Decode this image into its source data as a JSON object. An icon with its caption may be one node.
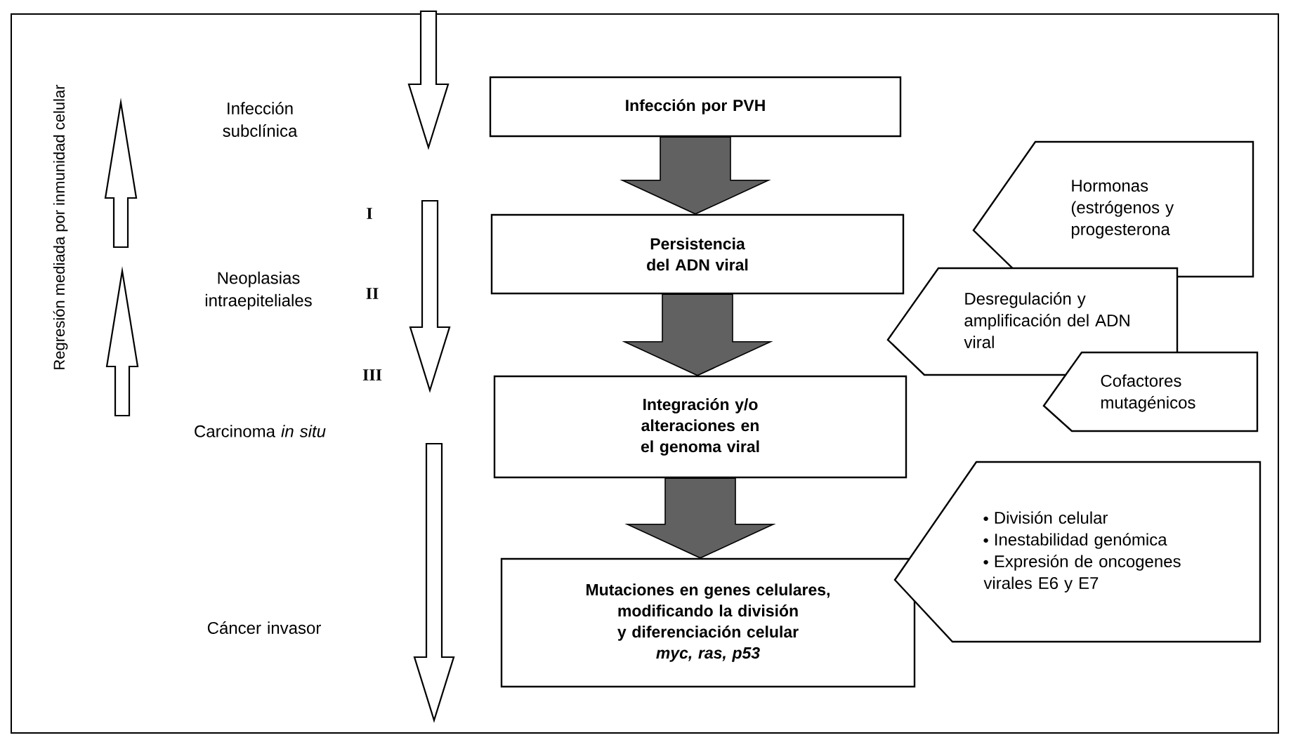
{
  "diagram": {
    "nodes": [
      {
        "text": [
          "Infección por PVH"
        ]
      },
      {
        "text": [
          "Persistencia del ADN viral"
        ]
      },
      {
        "text": [
          "Integración y/o alteraciones en el genoma viral"
        ]
      },
      {
        "text": [
          "Mutaciones en genes celulares, modificando la división y diferenciación celular",
          "myc, ras, p53"
        ]
      },
      {
        "text": [
          "Hormonas (estrógenos y progesterona"
        ]
      },
      {
        "text": [
          "Desregulación y amplificación del ADN viral"
        ]
      },
      {
        "text": [
          "Cofactores mutagénicos"
        ]
      },
      {
        "text": [
          "División celular",
          "Inestabilidad genómica",
          "Expresión de oncogenes virales E6 y E7"
        ]
      }
    ],
    "edges": [
      {
        "from": 0,
        "to": 1,
        "arrow": "to"
      },
      {
        "from": 1,
        "to": 2,
        "arrow": "to"
      },
      {
        "from": 2,
        "to": 3,
        "arrow": "to"
      }
    ],
    "labels": [
      "Regresión mediada por inmunidad celular",
      "Infección subclínica",
      "I",
      "Neoplasias intraepiteliales",
      "II",
      "III",
      "Carcinoma *in situ*",
      "Cáncer invasor"
    ]
  }
}
